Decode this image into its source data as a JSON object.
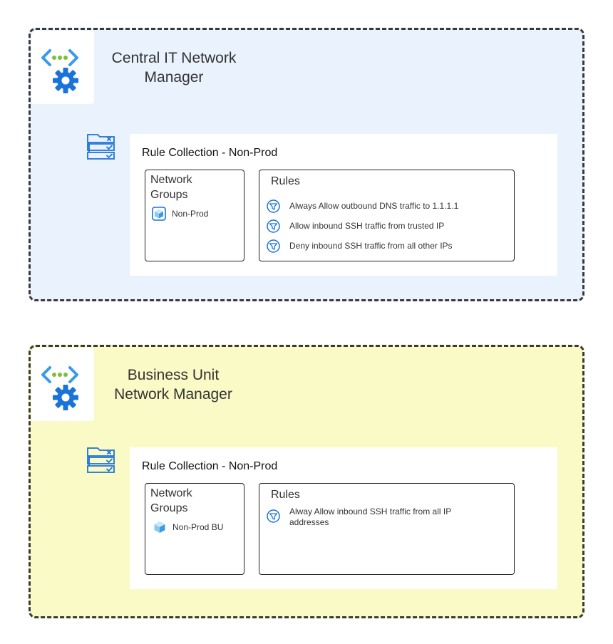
{
  "central": {
    "title": "Central IT Network\nManager",
    "collection_title": "Rule Collection - Non-Prod",
    "groups_title": "Network\n Groups",
    "group_item": "Non-Prod",
    "rules_title": "Rules",
    "rules": [
      "Always Allow outbound DNS traffic to 1.1.1.1",
      "Allow inbound SSH traffic from trusted IP",
      "Deny inbound SSH traffic from all other IPs"
    ]
  },
  "bu": {
    "title": "Business Unit\nNetwork Manager",
    "collection_title": "Rule Collection - Non-Prod",
    "groups_title": "Network\n Groups",
    "group_item": "Non-Prod BU",
    "rules_title": "Rules",
    "rules": [
      "Alway Allow inbound SSH traffic from all IP addresses"
    ]
  },
  "colors": {
    "central_bg": "#eaf2fd",
    "bu_bg": "#fafac6",
    "icon_blue": "#1a73d9",
    "icon_green": "#7cbf3a"
  }
}
